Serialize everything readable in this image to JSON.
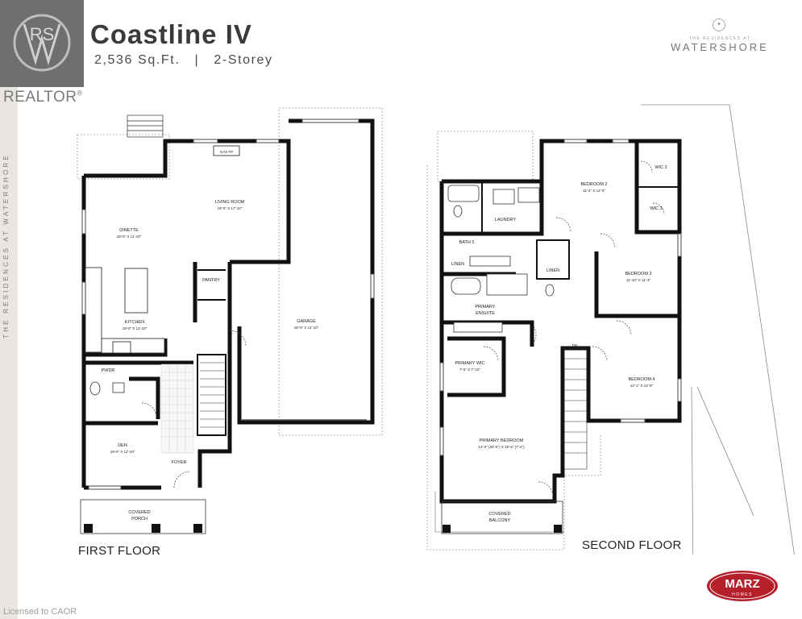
{
  "header": {
    "title": "Coastline IV",
    "subtitle": "2,536 Sq.Ft.   |   2-Storey"
  },
  "branding": {
    "realtor_label": "REALTOR",
    "realtor_mark": "®",
    "logo_initials": "RS",
    "watershore_small": "THE RESIDENCES AT",
    "watershore_big": "WATERSHORE",
    "side_band_text": "THE RESIDENCES AT WATERSHORE",
    "builder_logo": "MARZ",
    "builder_logo_sub": "HOMES",
    "footer": "Licensed to CAOR"
  },
  "floors": {
    "first": {
      "label": "FIRST FLOOR",
      "rooms": {
        "living": {
          "name": "LIVING ROOM",
          "dims": "19'-0\" X 17'-10\""
        },
        "dinette": {
          "name": "DINETTE",
          "dims": "19'-0\" X 11'-10\""
        },
        "kitchen": {
          "name": "KITCHEN",
          "dims": "19'-0\" X 11'-10\""
        },
        "garage": {
          "name": "GARAGE",
          "dims": "19'-0\" X 11'-10\""
        },
        "den": {
          "name": "DEN",
          "dims": "19'-0\" X 11'-10\""
        },
        "pantry": {
          "name": "PANTRY"
        },
        "pwdr": {
          "name": "PWDR"
        },
        "foyer": {
          "name": "FOYER"
        },
        "porch_1": {
          "name": "COVERED"
        },
        "porch_2": {
          "name": "PORCH"
        },
        "gas_fp": {
          "name": "GAS FP"
        }
      }
    },
    "second": {
      "label": "SECOND FLOOR",
      "rooms": {
        "bed2": {
          "name": "BEDROOM 2",
          "dims": "11'-4\" X 12'-0\""
        },
        "bed3": {
          "name": "BEDROOM 3",
          "dims": "11'-10\" X 11'-4\""
        },
        "bed4": {
          "name": "BEDROOM 4",
          "dims": "12'-1\" X 12'-8\""
        },
        "primary": {
          "name": "PRIMARY BEDROOM",
          "dims": "14'-0\" (20'-5\") X 15'-6\" (7'-4\")"
        },
        "primary_wic": {
          "name": "PRIMARY WIC",
          "dims": "7'-6\" X 7'-10\""
        },
        "ensuite_1": {
          "name": "PRIMARY"
        },
        "ensuite_2": {
          "name": "ENSUITE"
        },
        "bath2": {
          "name": "BATH 2"
        },
        "laundry": {
          "name": "LAUNDRY"
        },
        "linen_a": {
          "name": "LINEN"
        },
        "linen_b": {
          "name": "LINEN"
        },
        "wic2": {
          "name": "WIC 2"
        },
        "wic3": {
          "name": "WIC 3"
        },
        "balcony_1": {
          "name": "COVERED"
        },
        "balcony_2": {
          "name": "BALCONY"
        },
        "dn": {
          "name": "DN"
        }
      }
    }
  }
}
